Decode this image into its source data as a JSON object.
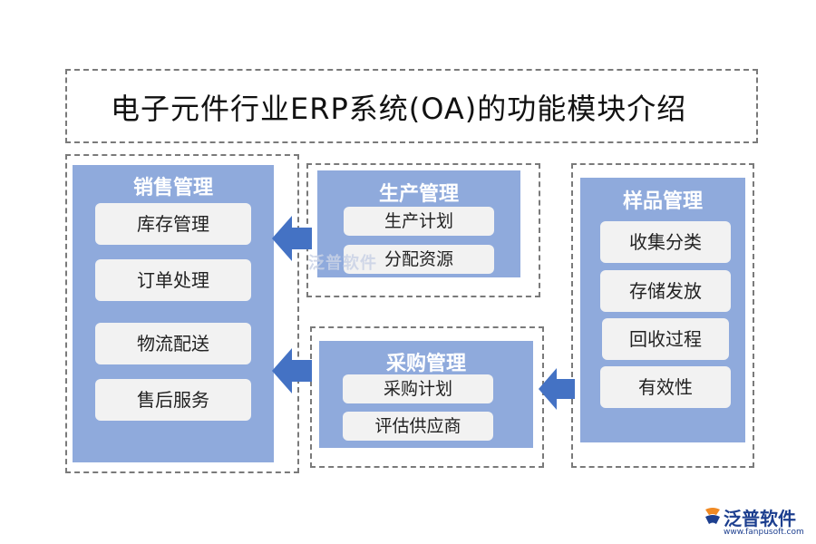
{
  "title": "电子元件行业ERP系统(OA)的功能模块介绍",
  "sales": {
    "title": "销售管理",
    "items": [
      "库存管理",
      "订单处理",
      "物流配送",
      "售后服务"
    ]
  },
  "production": {
    "title": "生产管理",
    "items": [
      "生产计划",
      "分配资源"
    ]
  },
  "procurement": {
    "title": "采购管理",
    "items": [
      "采购计划",
      "评估供应商"
    ]
  },
  "samples": {
    "title": "样品管理",
    "items": [
      "收集分类",
      "存储发放",
      "回收过程",
      "有效性"
    ]
  },
  "watermark": "泛普软件",
  "brand": {
    "name": "泛普软件",
    "url": "www.fanpusoft.com"
  },
  "colors": {
    "panel": "#8faadc",
    "item": "#f2f2f2",
    "arrow": "#4472c4",
    "dash": "#7a7a7a"
  }
}
